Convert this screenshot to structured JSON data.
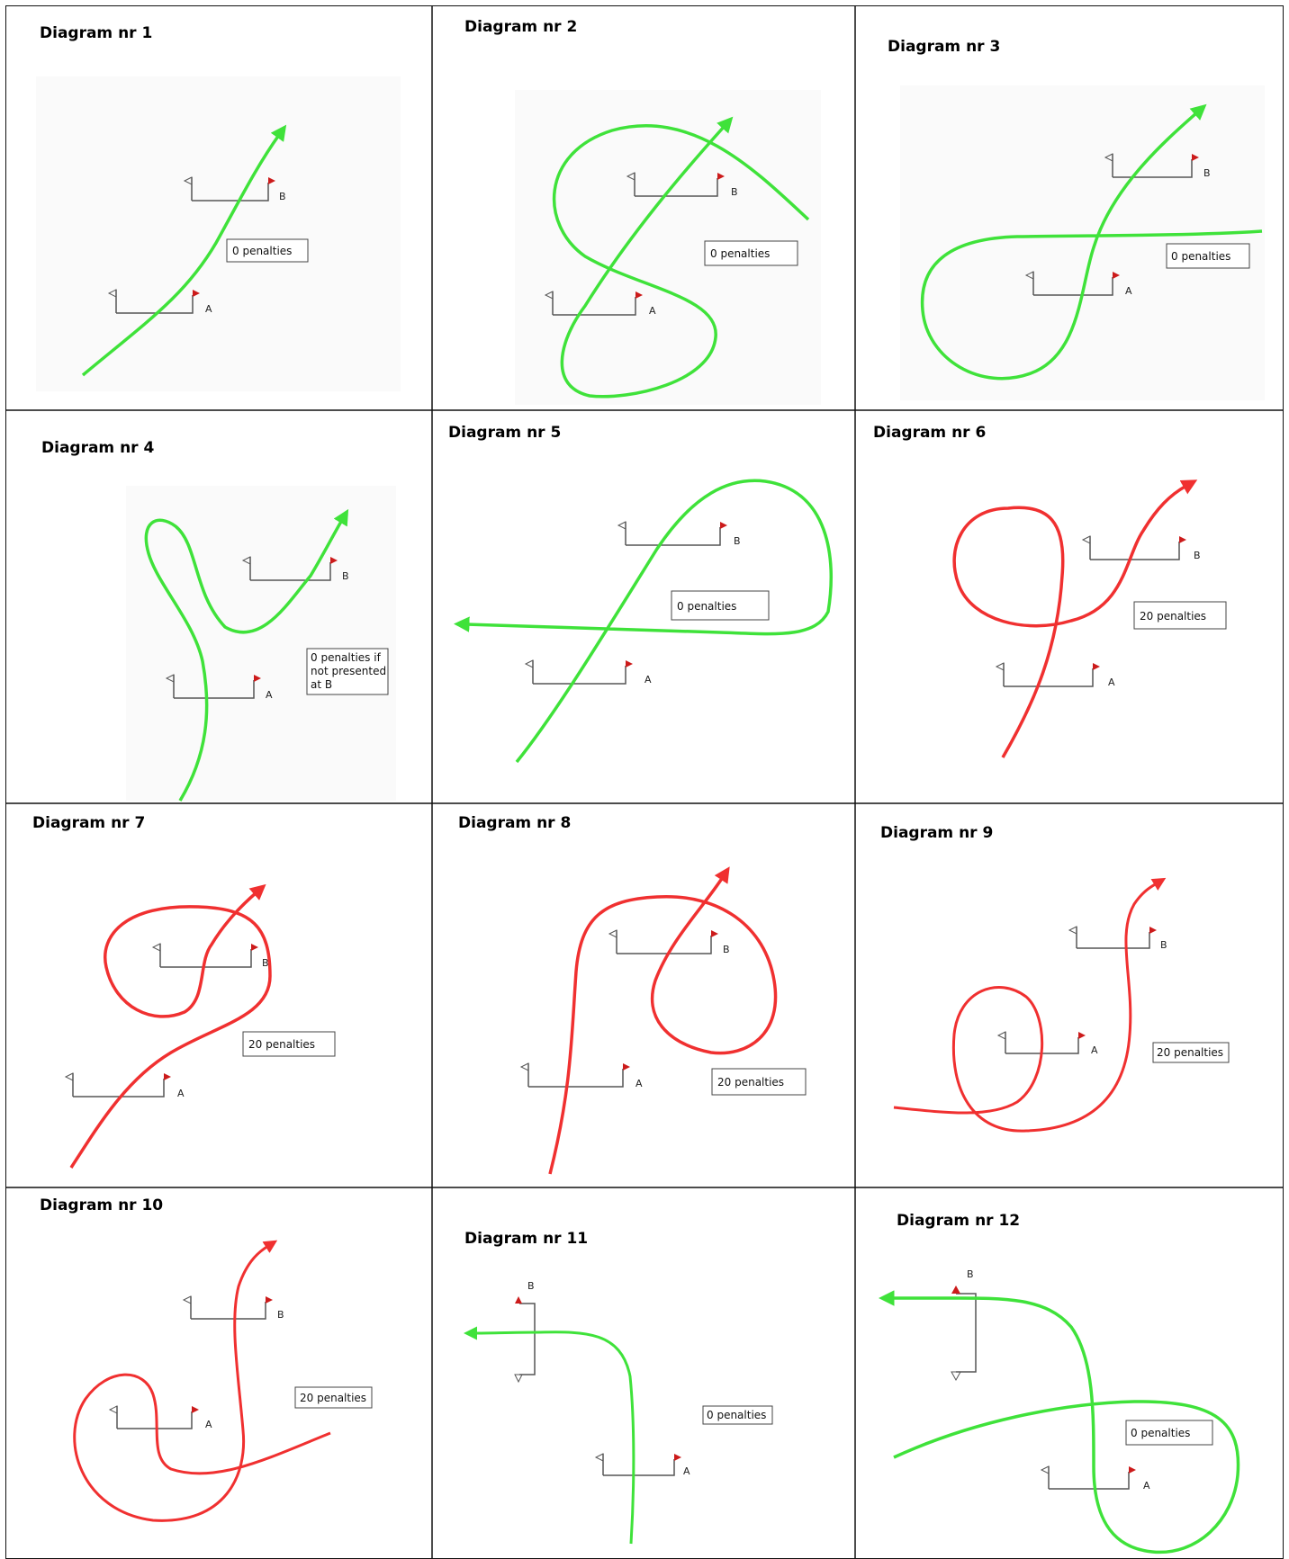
{
  "colors": {
    "green": "#3fe23a",
    "red": "#f03030",
    "flag": "#cc1b1b",
    "gate": "#555555",
    "border": "#111111"
  },
  "diagrams": [
    {
      "title": "Diagram nr 1",
      "penalty": [
        "0 penalties"
      ],
      "track_color": "green"
    },
    {
      "title": "Diagram nr 2",
      "penalty": [
        "0 penalties"
      ],
      "track_color": "green"
    },
    {
      "title": "Diagram nr 3",
      "penalty": [
        "0 penalties"
      ],
      "track_color": "green"
    },
    {
      "title": "Diagram nr 4",
      "penalty": [
        "0 penalties if",
        "not presented",
        "at B"
      ],
      "track_color": "green"
    },
    {
      "title": "Diagram nr 5",
      "penalty": [
        "0 penalties"
      ],
      "track_color": "green"
    },
    {
      "title": "Diagram nr 6",
      "penalty": [
        "20 penalties"
      ],
      "track_color": "red"
    },
    {
      "title": "Diagram nr 7",
      "penalty": [
        "20 penalties"
      ],
      "track_color": "red"
    },
    {
      "title": "Diagram nr 8",
      "penalty": [
        "20 penalties"
      ],
      "track_color": "red"
    },
    {
      "title": "Diagram nr 9",
      "penalty": [
        "20 penalties"
      ],
      "track_color": "red"
    },
    {
      "title": "Diagram nr 10",
      "penalty": [
        "20 penalties"
      ],
      "track_color": "red"
    },
    {
      "title": "Diagram nr 11",
      "penalty": [
        "0 penalties"
      ],
      "track_color": "green"
    },
    {
      "title": "Diagram nr 12",
      "penalty": [
        "0 penalties"
      ],
      "track_color": "green"
    }
  ],
  "gate_labels": {
    "a": "A",
    "b": "B"
  }
}
